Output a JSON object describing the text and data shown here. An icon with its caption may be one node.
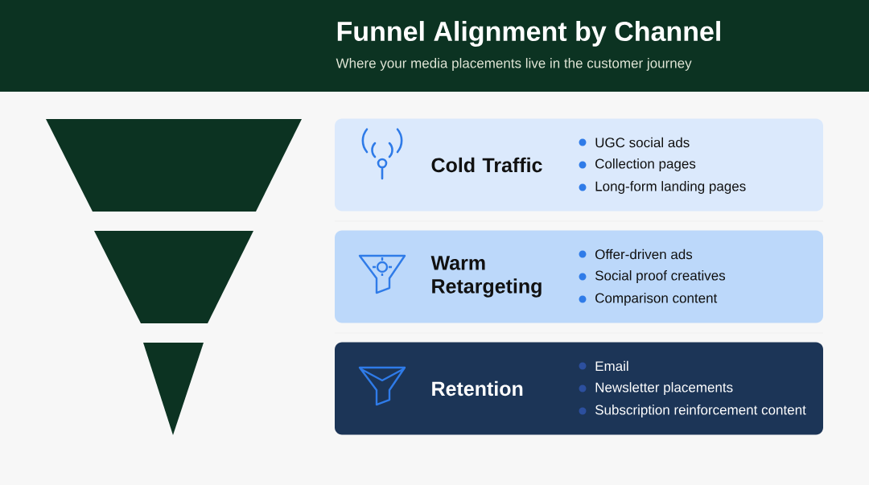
{
  "diagram": {
    "title": "Funnel Alignment by Channel",
    "caption": "Where your media placements live in the customer journey",
    "nodes": [
      {
        "text": [
          "Cold Traffic",
          "UGC social ads",
          "Collection pages",
          "Long-form landing pages"
        ]
      },
      {
        "text": [
          "Warm Retargeting",
          "Offer-driven ads",
          "Social proof creatives",
          "Comparison content"
        ]
      },
      {
        "text": [
          "Retention",
          "Email",
          "Newsletter placements",
          "Subscription reinforcement content"
        ]
      }
    ],
    "edges": []
  }
}
